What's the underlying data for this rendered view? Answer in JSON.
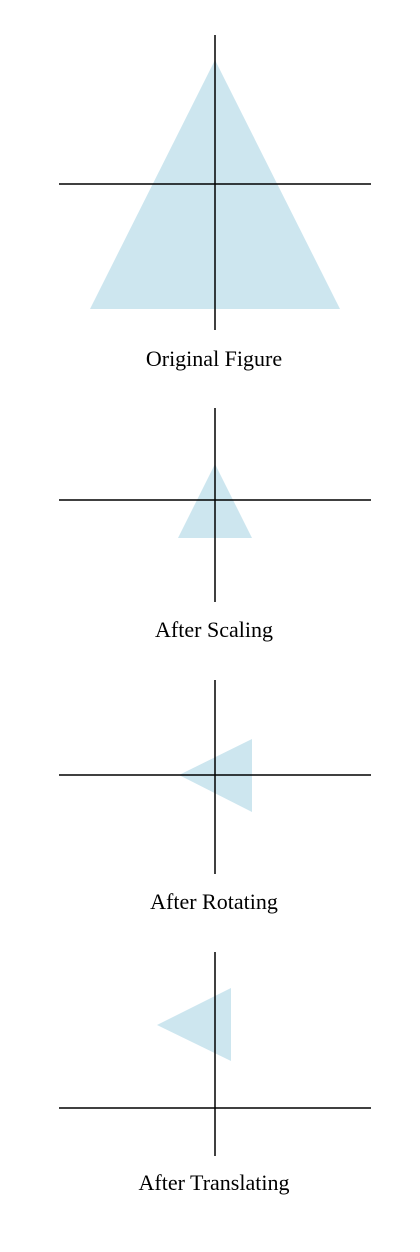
{
  "colors": {
    "triangle_fill": "#cde6ef",
    "axis": "#000000",
    "caption": "#000000"
  },
  "panels": [
    {
      "caption": "Original Figure"
    },
    {
      "caption": "After Scaling"
    },
    {
      "caption": "After Rotating"
    },
    {
      "caption": "After Translating"
    }
  ]
}
